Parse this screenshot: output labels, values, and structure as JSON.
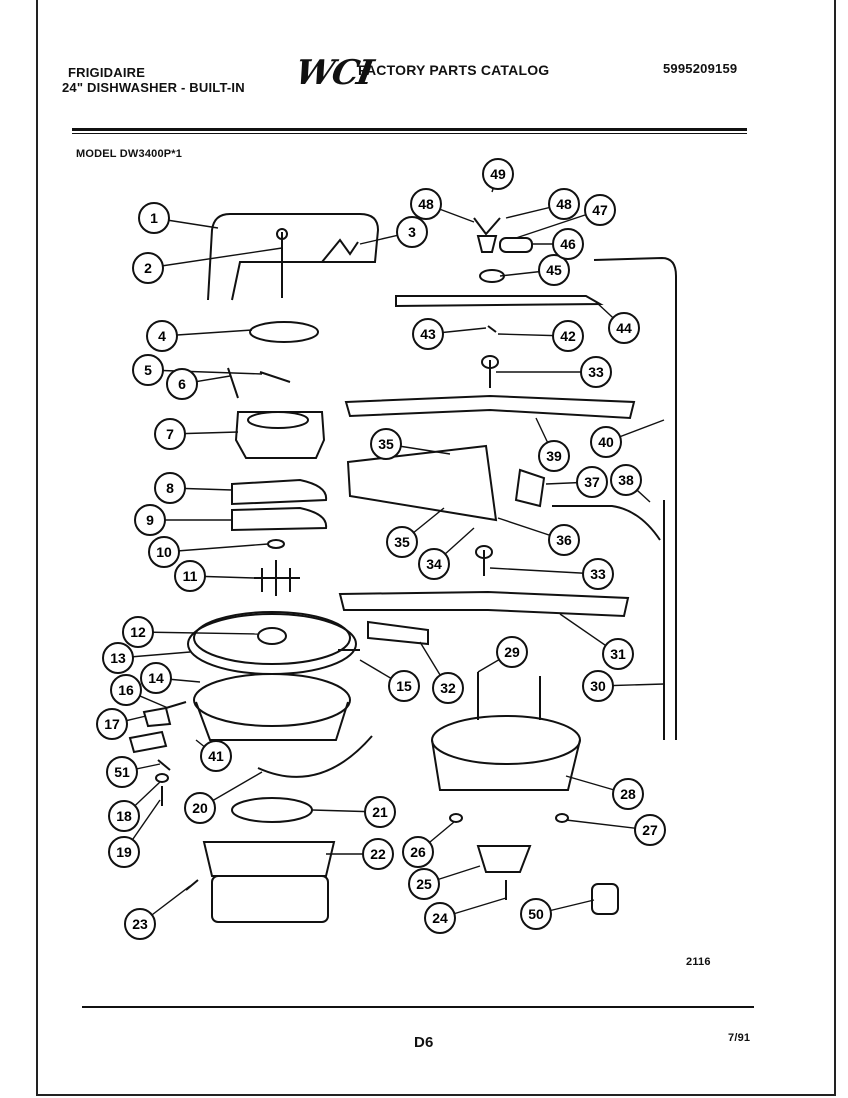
{
  "header": {
    "brand": "FRIGIDAIRE",
    "subtitle": "24\" DISHWASHER - BUILT-IN",
    "logo": "WCI",
    "catalog_title": "FACTORY PARTS CATALOG",
    "catalog_number": "5995209159"
  },
  "model": "MODEL DW3400P*1",
  "drawing_number": "2116",
  "page": "D6",
  "date": "7/91",
  "callouts": [
    "1",
    "2",
    "3",
    "4",
    "5",
    "6",
    "7",
    "8",
    "9",
    "10",
    "11",
    "12",
    "13",
    "14",
    "15",
    "16",
    "17",
    "18",
    "19",
    "20",
    "21",
    "22",
    "23",
    "24",
    "25",
    "26",
    "27",
    "28",
    "29",
    "30",
    "31",
    "32",
    "33",
    "33",
    "34",
    "35",
    "35",
    "36",
    "37",
    "38",
    "39",
    "40",
    "41",
    "42",
    "43",
    "44",
    "45",
    "46",
    "47",
    "48",
    "48",
    "49",
    "50",
    "51"
  ]
}
